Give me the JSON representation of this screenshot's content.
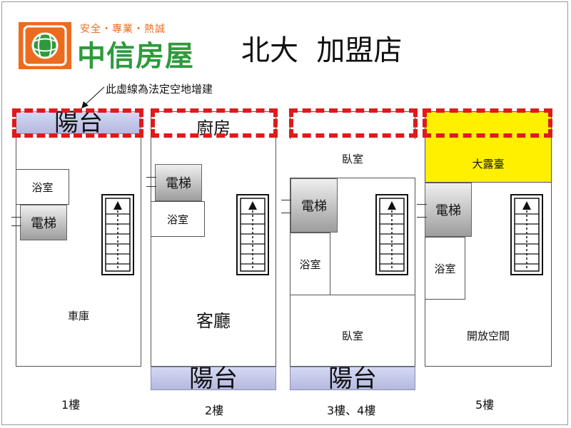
{
  "header": {
    "slogan": "安全・專業・熱誠",
    "brand": "中信房屋",
    "store_title": "北大  加盟店"
  },
  "note": "此虛線為法定空地增建",
  "floors": {
    "f1": {
      "balcony": "陽台",
      "bathroom": "浴室",
      "elevator": "電梯",
      "garage": "車庫",
      "label": "1樓"
    },
    "f2": {
      "kitchen": "廚房",
      "elevator": "電梯",
      "bathroom": "浴室",
      "living_room": "客廳",
      "balcony": "陽台",
      "label": "2樓"
    },
    "f34": {
      "bedroom_top": "臥室",
      "elevator": "電梯",
      "bathroom": "浴室",
      "bedroom_bottom": "臥室",
      "balcony": "陽台",
      "label": "3樓、4樓"
    },
    "f5": {
      "terrace": "大露臺",
      "elevator": "電梯",
      "bathroom": "浴室",
      "open_space": "開放空間",
      "label": "5樓"
    }
  },
  "colors": {
    "dashed_line": "#dd1b1b",
    "terrace": "#fff000",
    "balcony": "#c4c9ec",
    "brand_orange": "#ec6c1f",
    "brand_green": "#2e9a3c"
  },
  "icons": [
    "staircase-icon",
    "arrow-up-icon",
    "leader-arrow-icon",
    "globe-logo-icon"
  ]
}
